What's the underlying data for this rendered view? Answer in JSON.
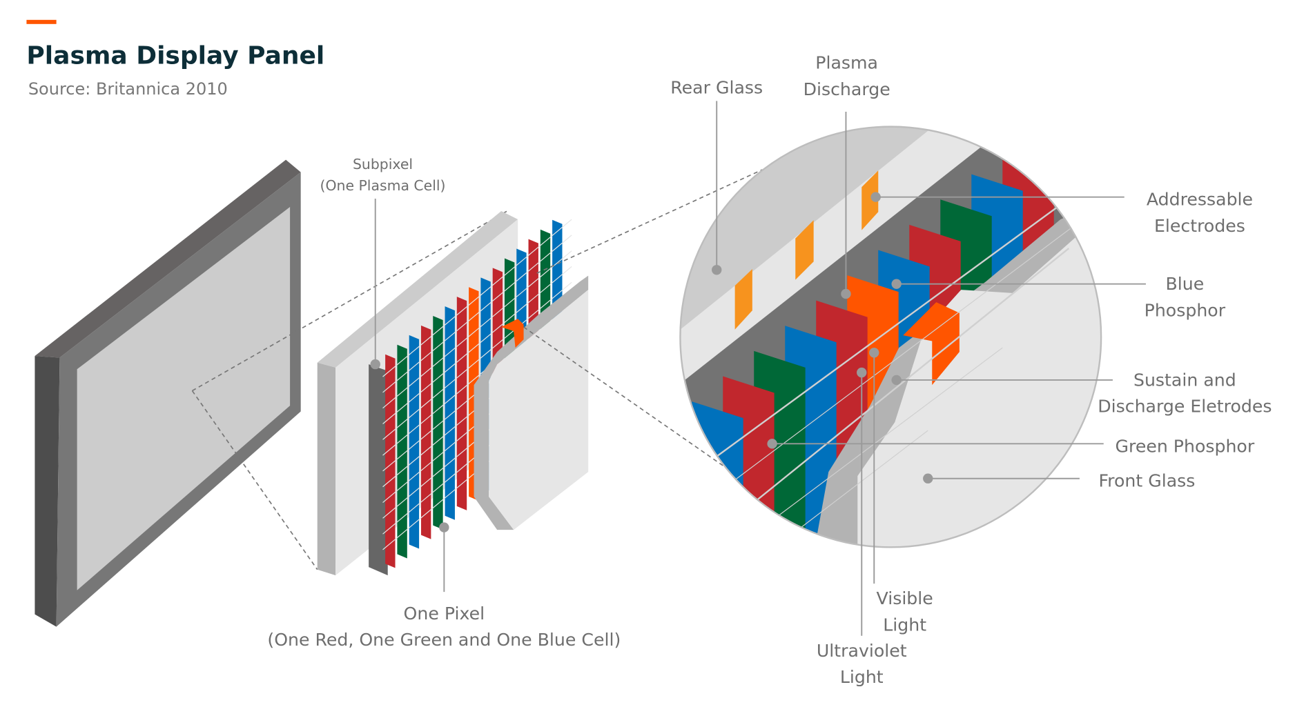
{
  "header": {
    "title": "Plasma Display Panel",
    "source": "Source: Britannica 2010",
    "accent_color": "#ff5500"
  },
  "colors": {
    "red": "#c1272d",
    "green": "#006837",
    "blue": "#0071bc",
    "orange": "#ff5500",
    "electrode": "#f7931e"
  },
  "left_ribs": [
    "red",
    "green",
    "blue",
    "red",
    "green",
    "blue",
    "red",
    "orange",
    "blue",
    "red",
    "green",
    "blue",
    "red",
    "green",
    "blue"
  ],
  "circle_ribs": [
    "blue",
    "red",
    "green",
    "blue",
    "red",
    "orange",
    "blue",
    "red",
    "green",
    "blue",
    "red"
  ],
  "labels": {
    "subpixel": [
      "Subpixel",
      "(One Plasma Cell)"
    ],
    "one_pixel": [
      "One Pixel",
      "(One Red, One Green and One Blue Cell)"
    ],
    "rear_glass": "Rear Glass",
    "plasma_discharge": [
      "Plasma",
      "Discharge"
    ],
    "addressable_electrodes": [
      "Addressable",
      "Electrodes"
    ],
    "blue_phosphor": [
      "Blue",
      "Phosphor"
    ],
    "sustain_discharge": [
      "Sustain and",
      "Discharge Eletrodes"
    ],
    "green_phosphor": "Green Phosphor",
    "front_glass": "Front Glass",
    "visible_light": [
      "Visible",
      "Light"
    ],
    "ultraviolet_light": [
      "Ultraviolet",
      "Light"
    ]
  }
}
